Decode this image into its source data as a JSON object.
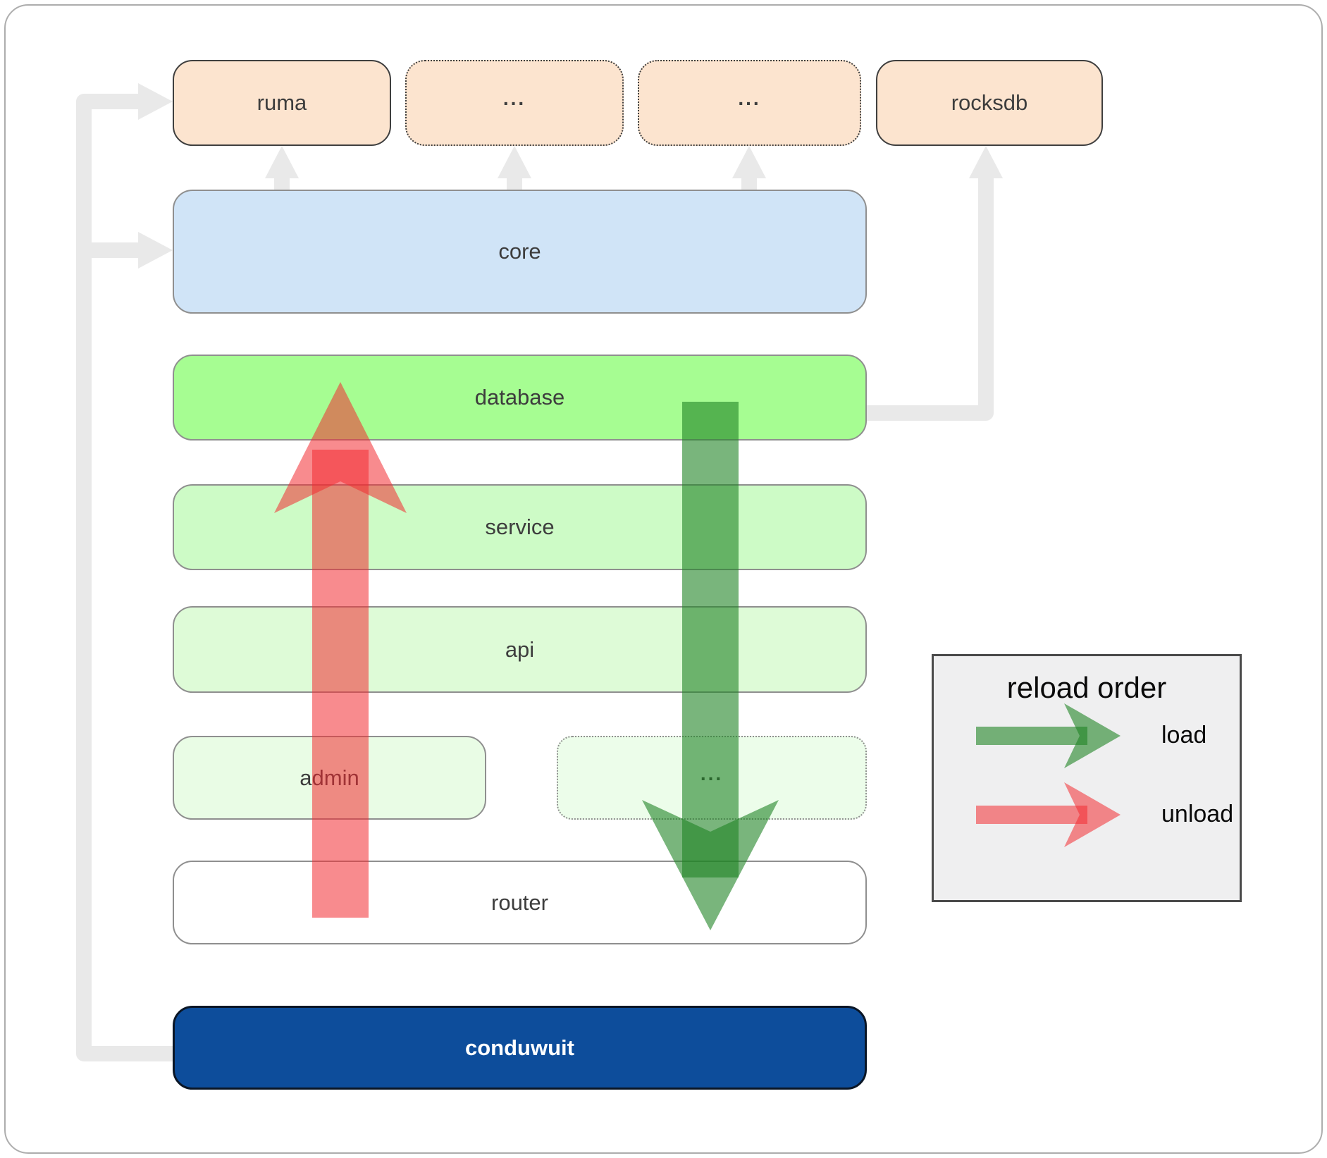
{
  "diagram": {
    "boxes": {
      "ruma": "ruma",
      "dep_more_1": "...",
      "dep_more_2": "...",
      "rocksdb": "rocksdb",
      "core": "core",
      "database": "database",
      "service": "service",
      "api": "api",
      "admin": "admin",
      "admin_more": "...",
      "router": "router",
      "conduwuit": "conduwuit"
    },
    "legend": {
      "title": "reload order",
      "items": [
        {
          "label": "load",
          "arrow_color": "#1f8424"
        },
        {
          "label": "unload",
          "arrow_color": "#f22b31"
        }
      ]
    }
  },
  "colors": {
    "dependency_peach": "#fce4cf",
    "core_blue": "#d0e4f7",
    "database_green": "#a6fd92",
    "service_green": "#cdfbc6",
    "api_green": "#defbd7",
    "admin_green": "#e9fce5",
    "more_green": "#ecfdea",
    "router_white": "#ffffff",
    "conduwuit_blue": "#0d4d9b",
    "legend_bg": "#efeff0",
    "load_green": "#1f8424",
    "unload_red": "#f22b31",
    "connector_gray": "#e9e9e9"
  }
}
